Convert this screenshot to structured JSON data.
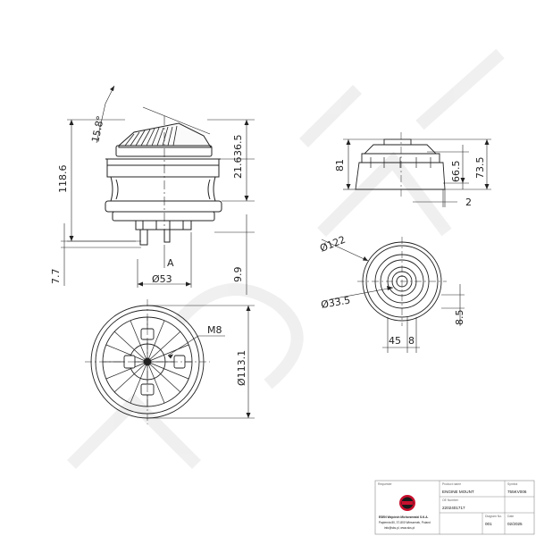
{
  "drawing": {
    "side_view": {
      "angle": "15.8°",
      "overall_height": "118.6",
      "upper_height": "36.5",
      "mid_height": "21.6",
      "stud_length": "7.7",
      "offset": "9.9",
      "datum": "A",
      "base_diameter": "Ø53"
    },
    "right_view": {
      "height": "81",
      "dim_66": "66.5",
      "dim_73": "73.5",
      "dim_2": "2"
    },
    "bottom_view": {
      "diameter": "Ø113.1",
      "thread": "M8"
    },
    "top_view": {
      "outer_diameter": "Ø122",
      "inner_diameter": "Ø33.5",
      "dim_8": "8.5",
      "dim_45": "45",
      "dim_8b": "8"
    }
  },
  "title_block": {
    "requester_label": "Requester",
    "company_name": "ESEN Wojciech Michorzewski S.K.A.",
    "company_address": "Papiernia 80, 37-800 Wieszenek, Poland",
    "company_contact": "info@sks.pl, www.sks.pl",
    "product_name_label": "Product name",
    "product_name": "ENGINE MOUNT",
    "symbol_label": "Symbol",
    "symbol": "755KV006",
    "oe_number_label": "OE Number",
    "oe_number": "2202401717",
    "diagram_no_label": "Diagram No.",
    "diagram_no": "001",
    "date_label": "Date",
    "date": "02/2025"
  }
}
